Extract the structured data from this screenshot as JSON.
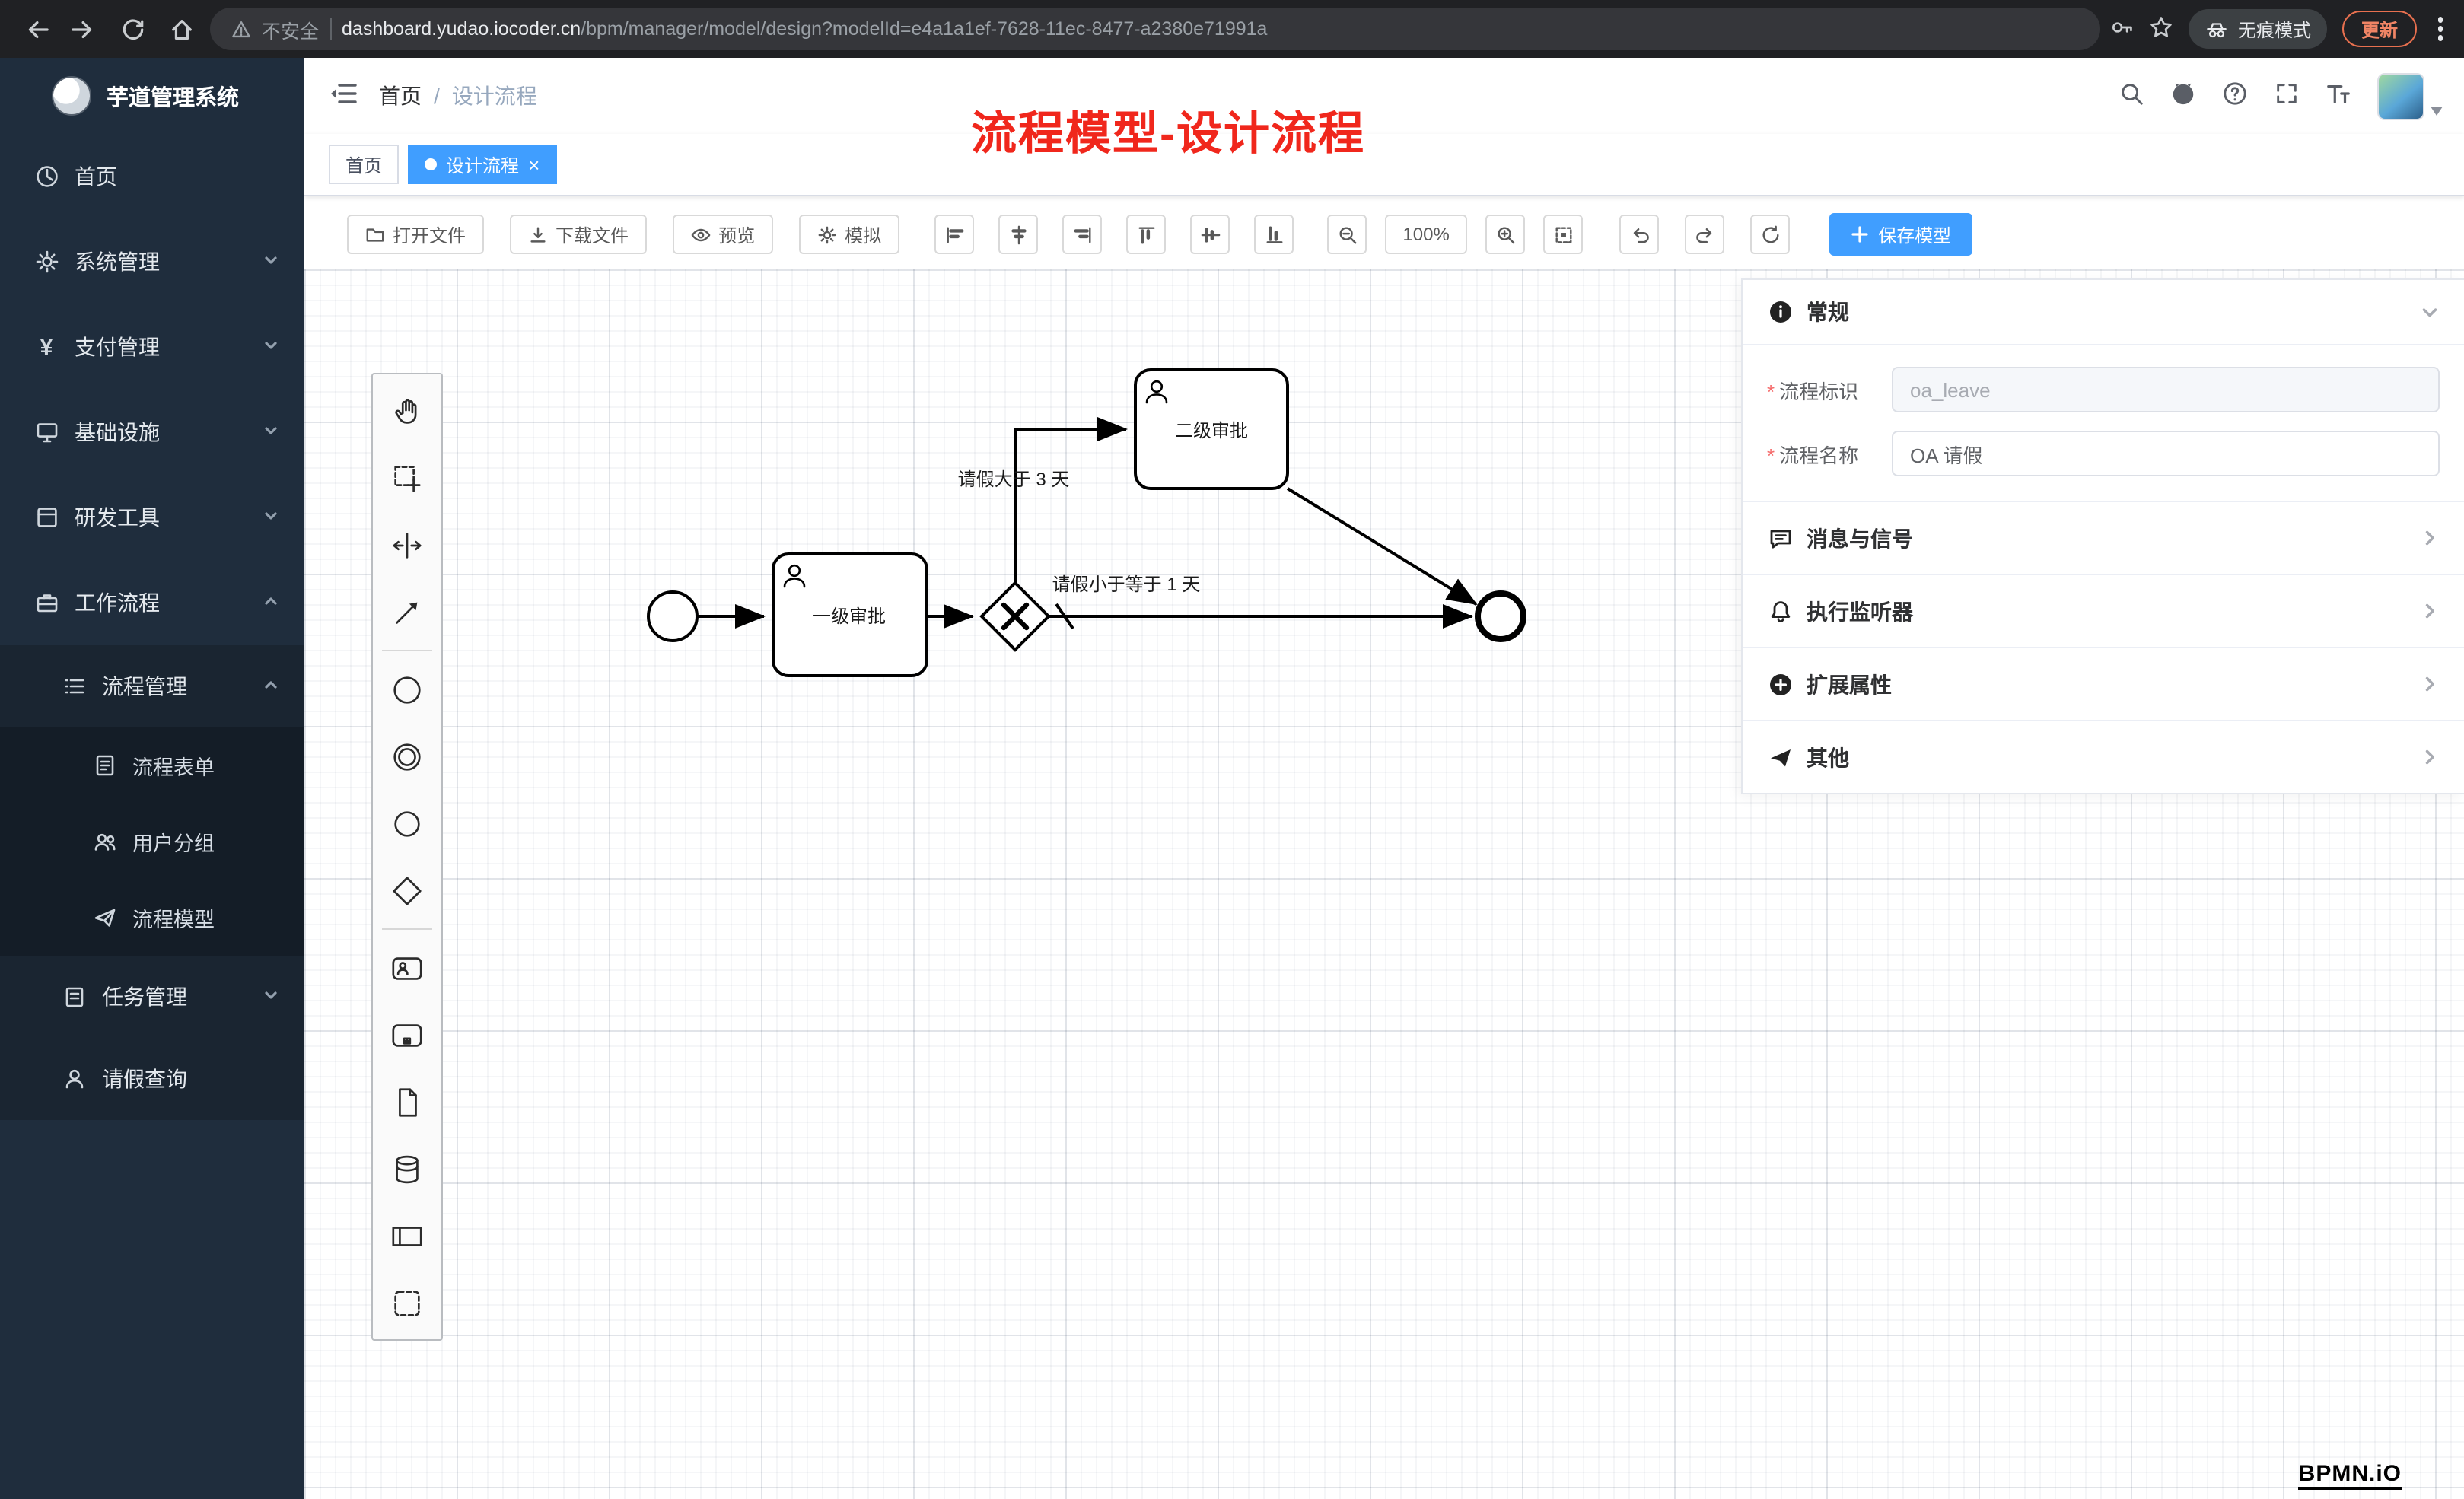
{
  "browser": {
    "security_label": "不安全",
    "url_domain": "dashboard.yudao.iocoder.cn",
    "url_path": "/bpm/manager/model/design?modelId=e4a1a1ef-7628-11ec-8477-a2380e71991a",
    "incognito_label": "无痕模式",
    "update_label": "更新"
  },
  "sidebar": {
    "logo_title": "芋道管理系统",
    "items": [
      {
        "label": "首页"
      },
      {
        "label": "系统管理"
      },
      {
        "label": "支付管理"
      },
      {
        "label": "基础设施"
      },
      {
        "label": "研发工具"
      },
      {
        "label": "工作流程"
      }
    ],
    "submenu": {
      "label": "流程管理",
      "children": [
        {
          "label": "流程表单"
        },
        {
          "label": "用户分组"
        },
        {
          "label": "流程模型"
        }
      ]
    },
    "tail": [
      {
        "label": "任务管理"
      },
      {
        "label": "请假查询"
      }
    ]
  },
  "header": {
    "breadcrumb_home": "首页",
    "breadcrumb_sep": "/",
    "breadcrumb_current": "设计流程"
  },
  "tabs": [
    {
      "label": "首页"
    },
    {
      "label": "设计流程"
    }
  ],
  "annotation_title": "流程模型-设计流程",
  "toolbar": {
    "open_label": "打开文件",
    "download_label": "下载文件",
    "preview_label": "预览",
    "simulate_label": "模拟",
    "zoom_level": "100%",
    "save_label": "保存模型"
  },
  "diagram": {
    "task_level1": "一级审批",
    "task_level2": "二级审批",
    "flow_condition_top": "请假大于 3 天",
    "flow_condition_bottom": "请假小于等于 1 天"
  },
  "panel": {
    "general_title": "常规",
    "fields": [
      {
        "label": "流程标识",
        "value": "oa_leave"
      },
      {
        "label": "流程名称",
        "value": "OA 请假"
      }
    ],
    "sections": [
      {
        "label": "消息与信号"
      },
      {
        "label": "执行监听器"
      },
      {
        "label": "扩展属性"
      },
      {
        "label": "其他"
      }
    ]
  },
  "footer": {
    "bpmn_logo": "BPMN.iO"
  },
  "colors": {
    "accent_blue": "#409eff",
    "annotation_red": "#f0271c",
    "sidebar_bg": "#1f2d3d",
    "update_button": "#e8704f"
  }
}
